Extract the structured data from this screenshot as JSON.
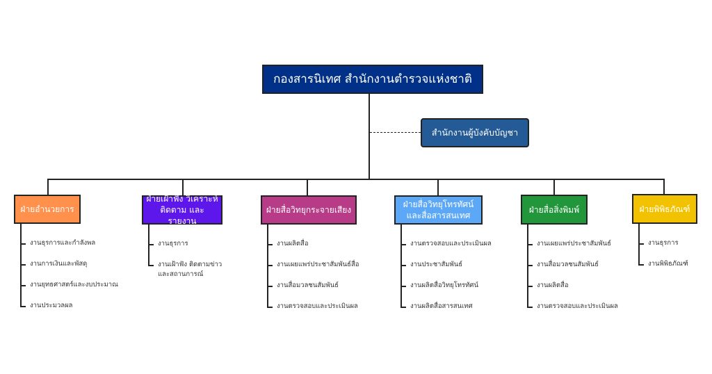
{
  "root": {
    "label": "กองสารนิเทศ สำนักงานตำรวจแห่งชาติ",
    "color": "#003087"
  },
  "advisor": {
    "label": "สำนักงานผู้บังคับบัญชา",
    "color": "#245a96"
  },
  "divisions": [
    {
      "label": "ฝ่ายอำนวยการ",
      "color": "#FF914D",
      "units": [
        "งานธุรการและกำลังพล",
        "งานการเงินและพัสดุ",
        "งานยุทธศาสตร์และงบประมาณ",
        "งานประมวลผล"
      ]
    },
    {
      "label": "ฝ่ายเฝ้าฟัง วิเคราะห์ ติดตาม และรายงาน",
      "color": "#5E17EB",
      "units": [
        "งานธุรการ",
        "งานเฝ้าฟัง ติดตามข่าว และสถานการณ์"
      ]
    },
    {
      "label": "ฝ่ายสื่อวิทยุกระจายเสียง",
      "color": "#B83B87",
      "units": [
        "งานผลิตสื่อ",
        "งานเผยแพร่ประชาสัมพันธ์สื่อ",
        "งานสื่อมวลชนสัมพันธ์",
        "งานตรวจสอบและประเมินผล"
      ]
    },
    {
      "label": "ฝ่ายสื่อวิทยุโทรทัศน์ และสื่อสารสนเทศ",
      "color": "#5CA8F7",
      "units": [
        "งานตรวจสอบและประเมินผล",
        "งานประชาสัมพันธ์",
        "งานผลิตสื่อวิทยุโทรทัศน์",
        "งานผลิตสื่อสารสนเทศ"
      ]
    },
    {
      "label": "ฝ่ายสื่อสิ่งพิมพ์",
      "color": "#22963A",
      "units": [
        "งานเผยแพร่ประชาสัมพันธ์",
        "งานสื่อมวลชนสัมพันธ์",
        "งานผลิตสื่อ",
        "งานตรวจสอบและประเมินผล"
      ]
    },
    {
      "label": "ฝ่ายพิพิธภัณฑ์",
      "color": "#F2C200",
      "units": [
        "งานธุรการ",
        "งานพิพิธภัณฑ์"
      ]
    }
  ]
}
